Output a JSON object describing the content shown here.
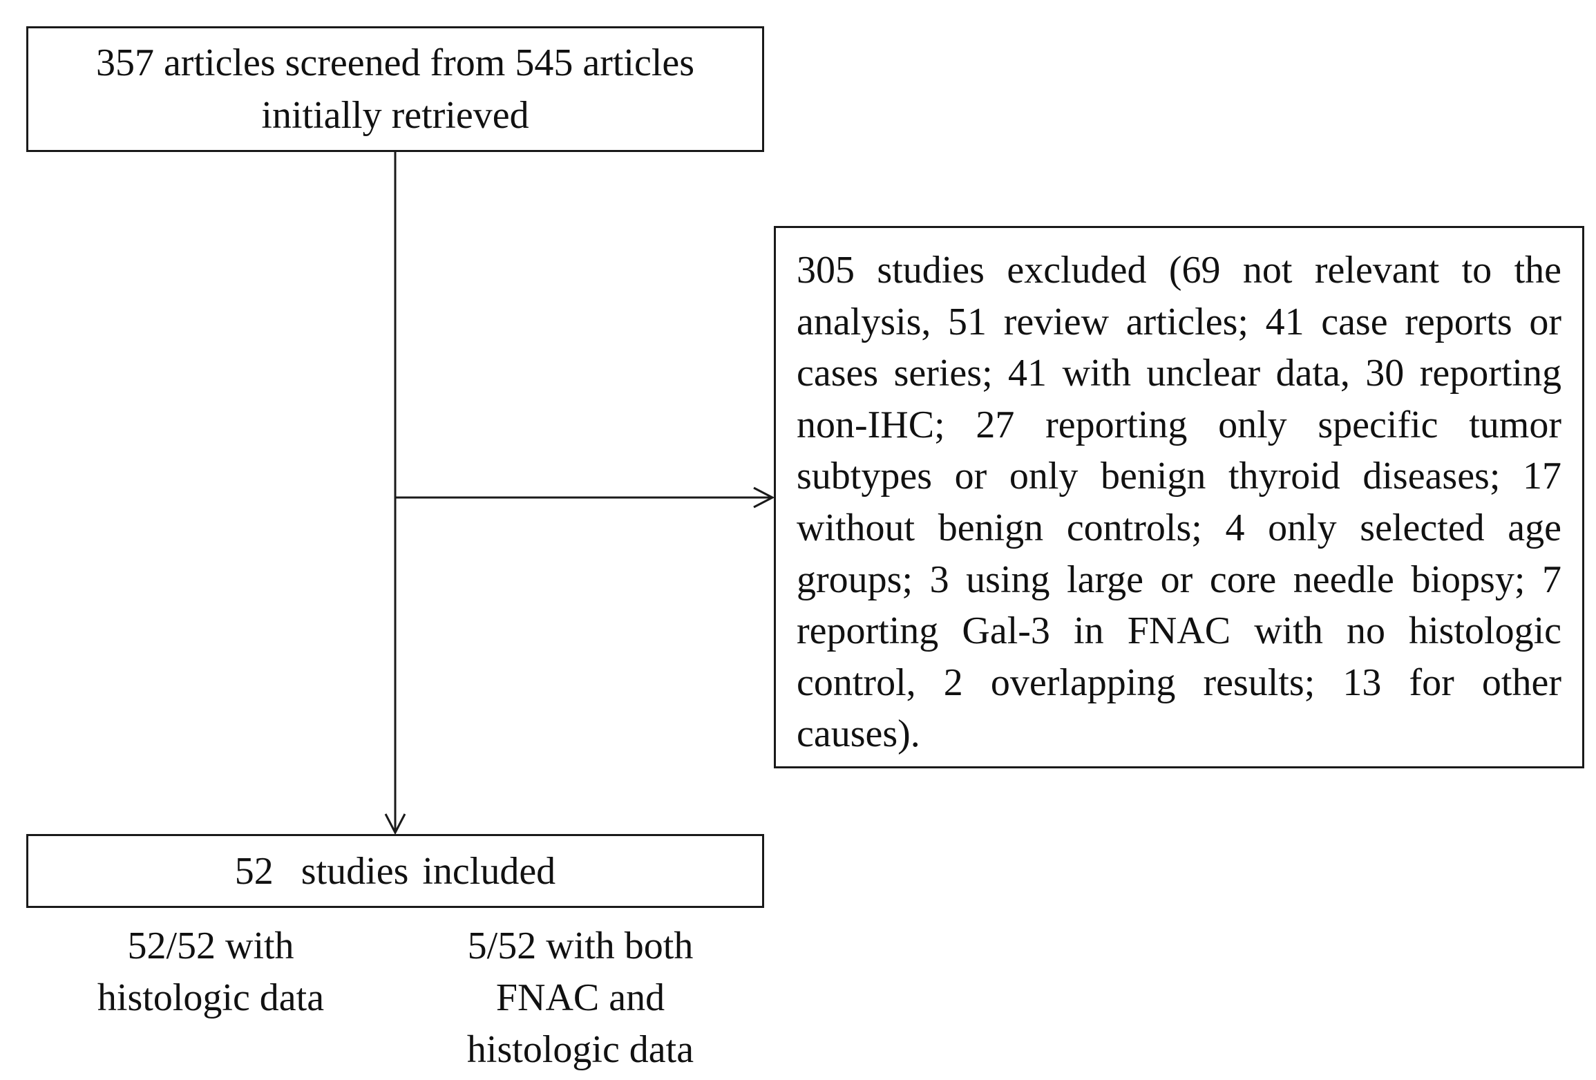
{
  "flowchart": {
    "screened": {
      "text": "357 articles screened from 545 articles initially retrieved"
    },
    "excluded": {
      "text": "305 studies excluded (69 not relevant to the analysis, 51 review articles; 41 case reports or cases series; 41 with unclear data, 30 reporting non-IHC; 27 reporting only specific tumor subtypes or only benign thyroid diseases; 17 without benign controls; 4 only selected age groups; 3 using large or core needle biopsy; 7 reporting Gal-3 in FNAC with no histologic control, 2 overlapping results; 13 for other causes)."
    },
    "included": {
      "text": "52  studies included"
    },
    "breakdown": [
      {
        "text": "52/52 with histologic data"
      },
      {
        "text": "5/52 with both FNAC and histologic data"
      }
    ]
  },
  "colors": {
    "line": "#1a1a1a",
    "text": "#111111",
    "background": "#ffffff"
  }
}
